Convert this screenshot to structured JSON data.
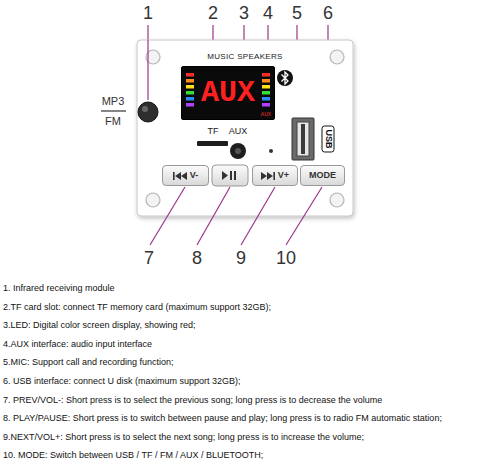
{
  "diagram": {
    "nodes": [
      {
        "text": [
          "AUX"
        ]
      },
      {
        "text": [
          "V-"
        ]
      },
      {
        "text": [
          "V+"
        ]
      },
      {
        "text": [
          "MODE"
        ]
      }
    ],
    "labels": [
      "1",
      "2",
      "3",
      "4",
      "5",
      "6",
      "MUSIC SPEAKERS",
      "MP3",
      "FM",
      "TF",
      "AUX",
      "AUX",
      "USB",
      "7",
      "8",
      "9",
      "10",
      "1. Infrared receiving module",
      "2.TF card slot: connect TF memory card (maximum support 32GB);",
      "3.LED: Digital color screen display, showing red;",
      "4.AUX interface: audio input interface",
      "5.MIC: Support call and recording function;",
      "6. USB interface: connect U disk (maximum support 32GB);",
      "7. PREV/VOL-: Short press is to select the previous song; long press is to decrease the volume",
      "8. PLAY/PAUSE: Short press is to switch between pause and play; long press is to radio FM automatic station;",
      "9.NEXT/VOL+: Short press is to select the next song; long press is to increase the volume;",
      "10. MODE: Switch between USB / TF / FM / AUX / BLUETOOTH;"
    ]
  }
}
